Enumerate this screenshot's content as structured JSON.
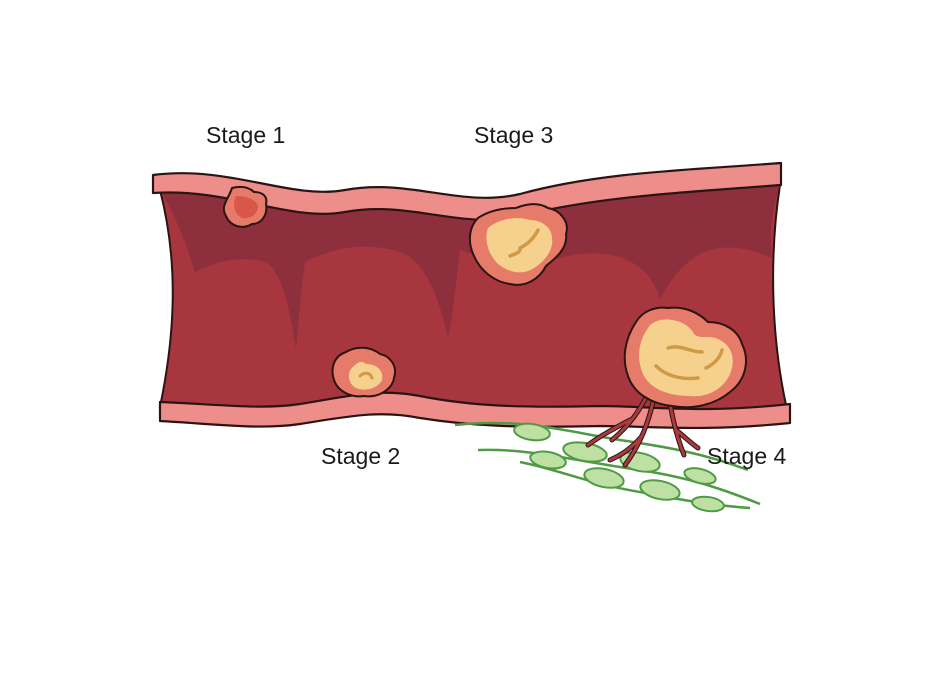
{
  "labels": {
    "stage_1": "Stage 1",
    "stage_2": "Stage 2",
    "stage_3": "Stage 3",
    "stage_4": "Stage 4"
  },
  "colors": {
    "vessel_wall": "#ee8e8a",
    "lumen_upper": "#8e2f3d",
    "lumen_lower": "#a8363f",
    "tumor_outer": "#e67b6a",
    "tumor_core": "#f6d18e",
    "tumor_detail": "#cf9a45",
    "stage1_core": "#d9564b",
    "nerve_fill": "#bfe0a3",
    "nerve_stroke": "#4f9a45",
    "branch": "#a93a3f",
    "outline": "#2b1414"
  }
}
